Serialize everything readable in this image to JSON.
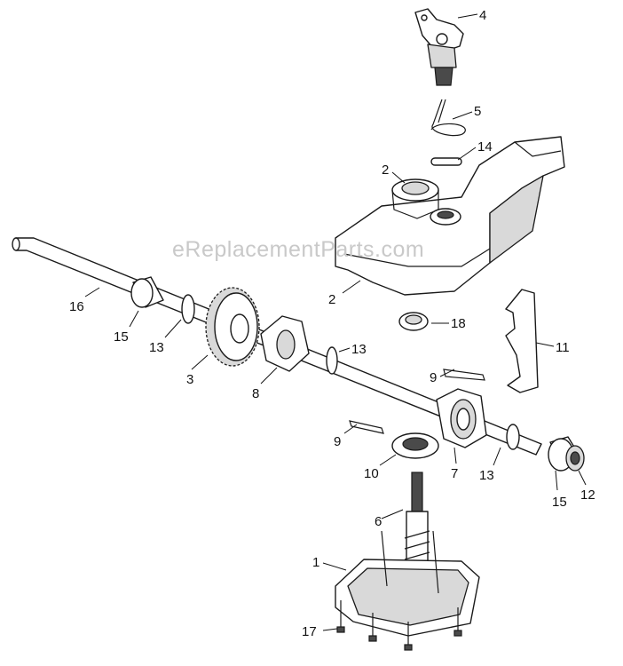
{
  "watermark": "eReplacementParts.com",
  "callouts": {
    "c4": "4",
    "c5": "5",
    "c14": "14",
    "c2a": "2",
    "c2b": "2",
    "c16": "16",
    "c15a": "15",
    "c13a": "13",
    "c3": "3",
    "c8": "8",
    "c13b": "13",
    "c18": "18",
    "c11": "11",
    "c9a": "9",
    "c9b": "9",
    "c10": "10",
    "c7": "7",
    "c13c": "13",
    "c15b": "15",
    "c12": "12",
    "c6": "6",
    "c1": "1",
    "c17": "17"
  }
}
